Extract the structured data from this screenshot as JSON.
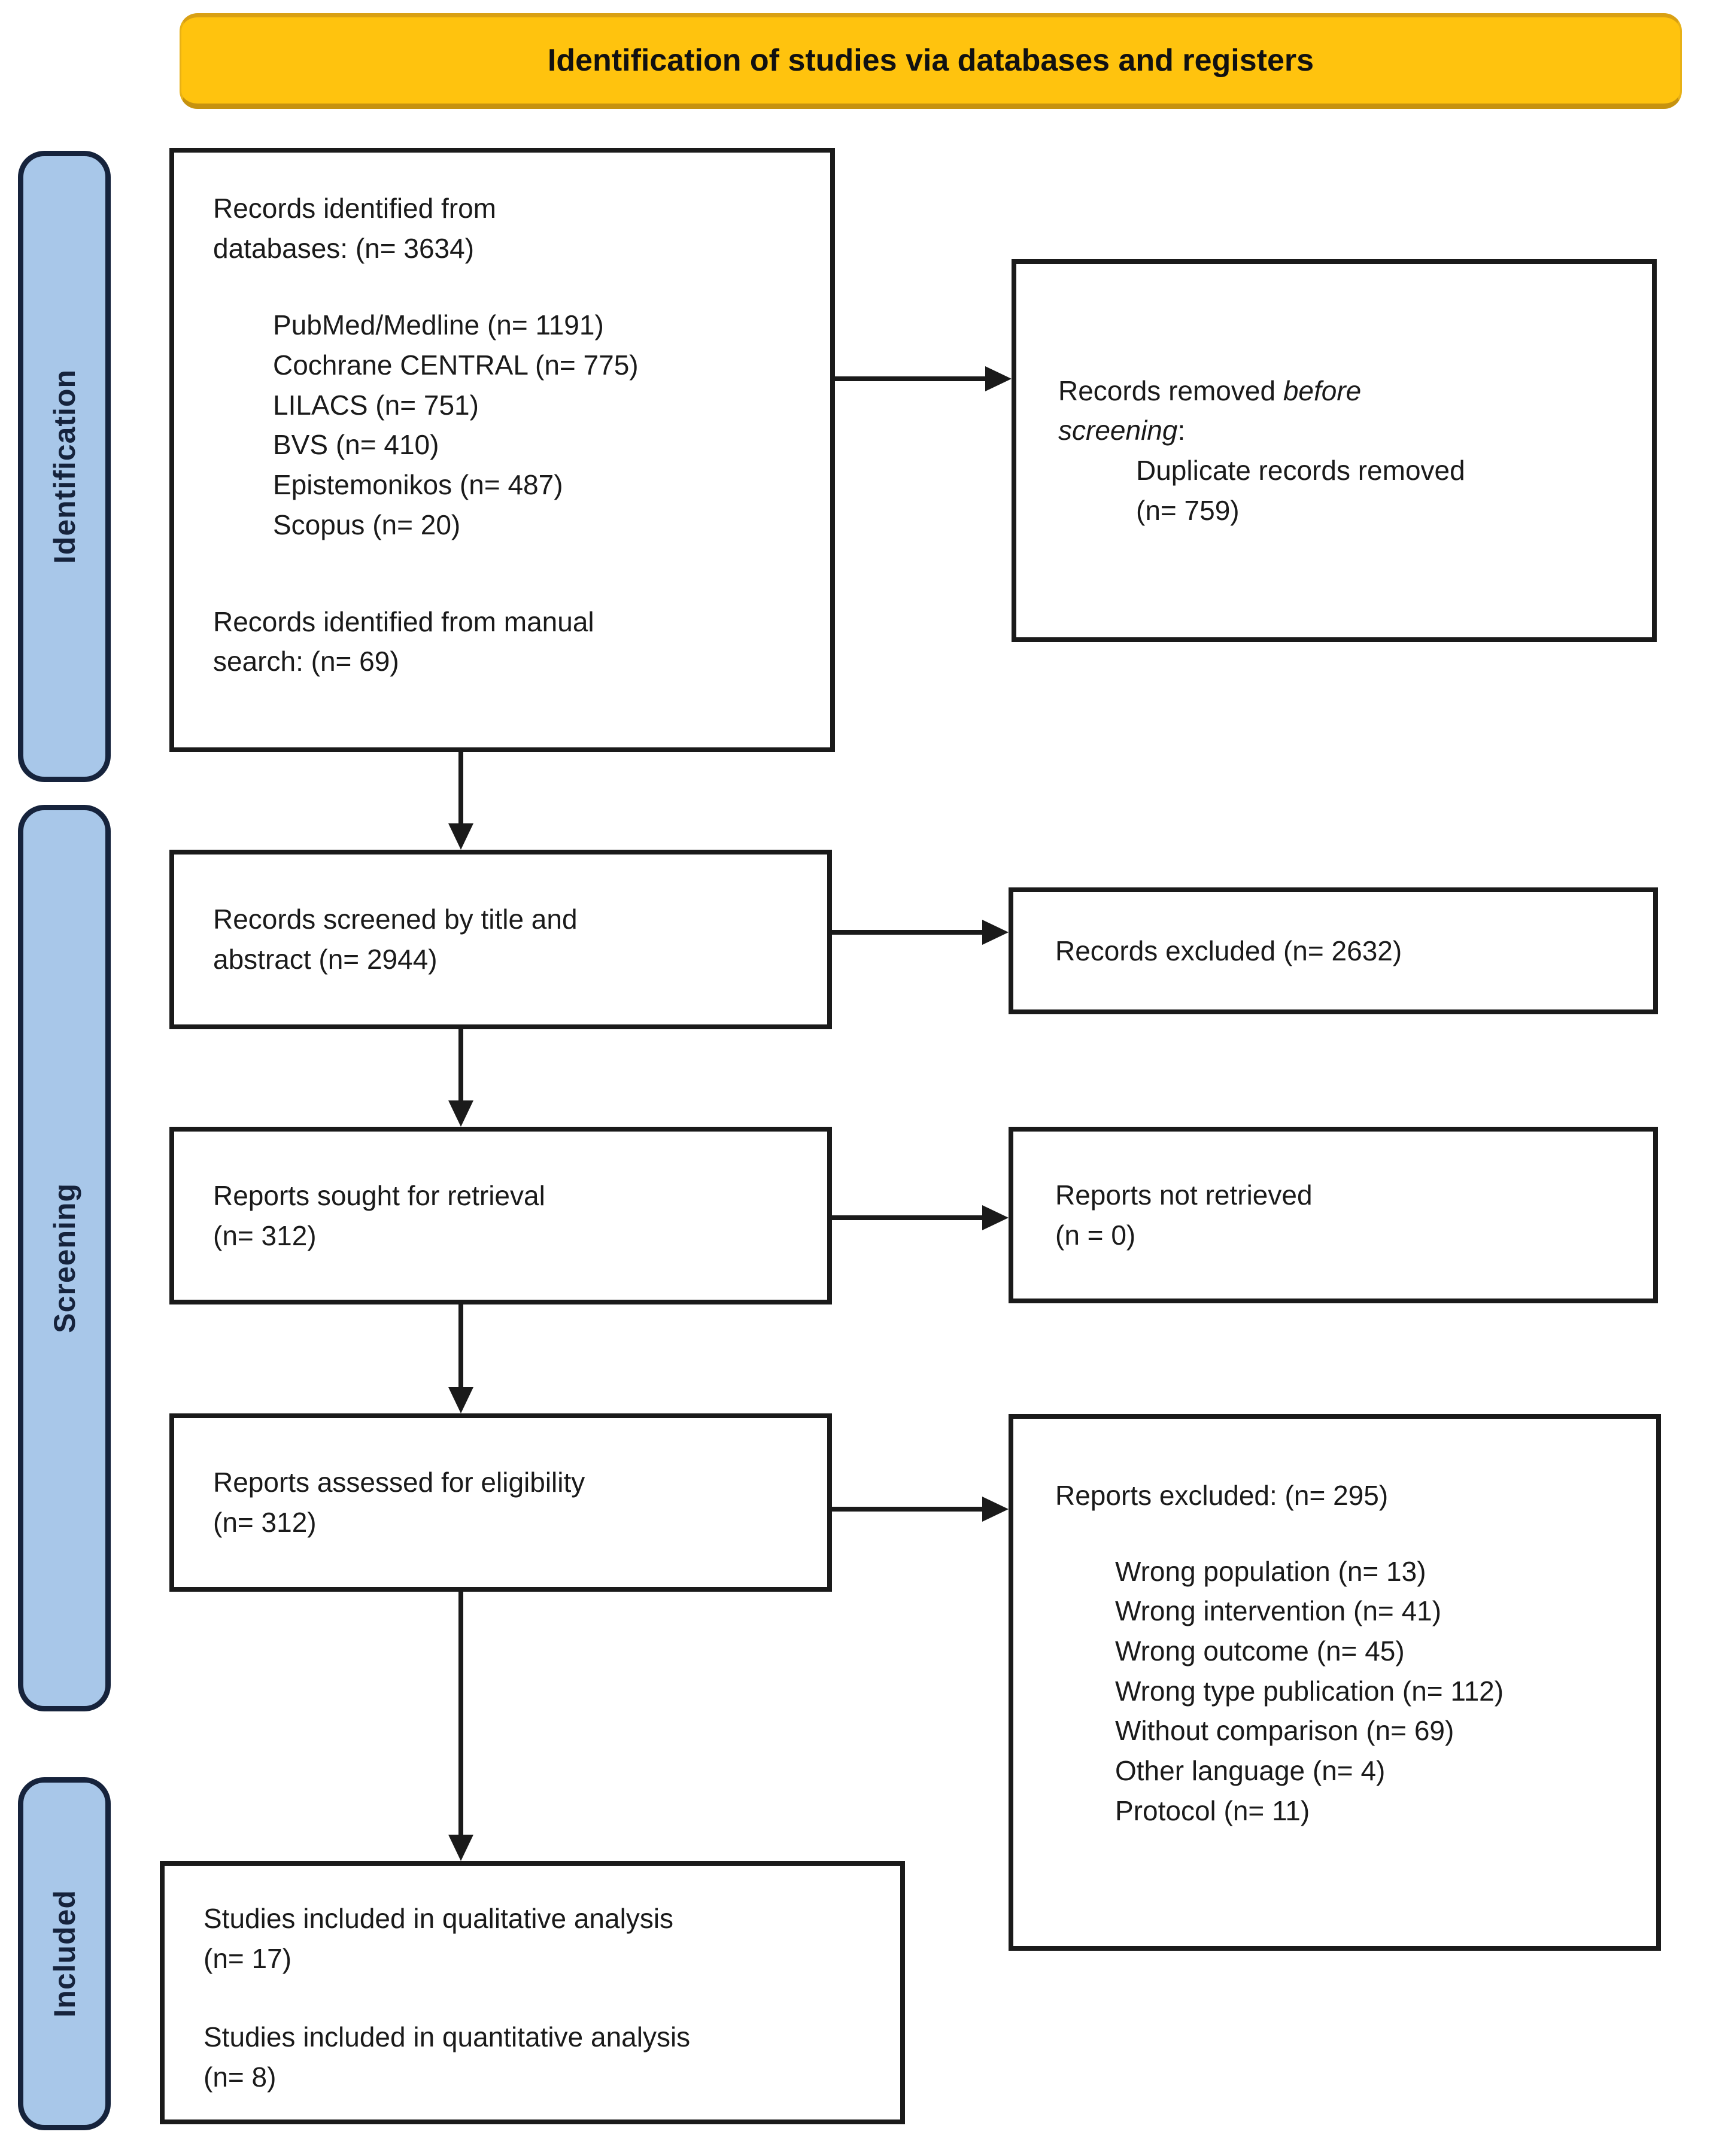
{
  "title": "Identification of studies via databases and registers",
  "sidebar": {
    "identification": "Identification",
    "screening": "Screening",
    "included": "Included"
  },
  "colors": {
    "banner_fill": "#FFC30E",
    "banner_edge": "#C6920F",
    "stage_fill": "#A8C7E9",
    "stage_border": "#16233C",
    "box_border": "#1A1A1A",
    "arrow": "#1A1A1A"
  },
  "boxes": {
    "records_identified": {
      "intro_lines": [
        "Records identified from",
        "databases: (n= 3634)"
      ],
      "databases": [
        "PubMed/Medline (n= 1191)",
        "Cochrane CENTRAL (n= 775)",
        "LILACS (n= 751)",
        "BVS (n= 410)",
        "Epistemonikos (n= 487)",
        "Scopus (n= 20)"
      ],
      "manual_lines": [
        "Records identified from manual",
        "search: (n= 69)"
      ]
    },
    "records_removed": {
      "prefix": "Records removed ",
      "italic_line1": "before",
      "italic_line2": "screening",
      "suffix": ":",
      "detail_lines": [
        "Duplicate records removed",
        "(n= 759)"
      ]
    },
    "records_screened": {
      "lines": [
        "Records screened by title and",
        "abstract (n= 2944)"
      ]
    },
    "records_excluded": {
      "lines": [
        "Records excluded (n= 2632)"
      ]
    },
    "reports_sought": {
      "lines": [
        "Reports sought for retrieval",
        "(n= 312)"
      ]
    },
    "reports_not_retrieved": {
      "lines": [
        "Reports not retrieved",
        "(n = 0)"
      ]
    },
    "reports_assessed": {
      "lines": [
        "Reports assessed for eligibility",
        "(n= 312)"
      ]
    },
    "reports_excluded": {
      "header": "Reports excluded: (n= 295)",
      "reasons": [
        "Wrong population (n= 13)",
        "Wrong intervention (n= 41)",
        "Wrong outcome (n= 45)",
        "Wrong type publication (n= 112)",
        "Without comparison (n= 69)",
        "Other language (n= 4)",
        "Protocol (n= 11)"
      ]
    },
    "studies_included": {
      "qualitative_lines": [
        "Studies included in qualitative analysis",
        "(n= 17)"
      ],
      "quantitative_lines": [
        "Studies included in quantitative analysis",
        "(n= 8)"
      ]
    }
  }
}
